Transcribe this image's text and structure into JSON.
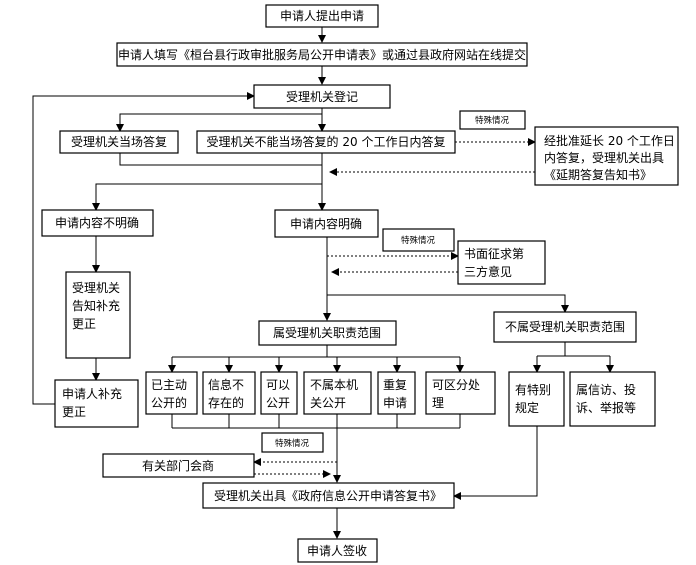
{
  "nodes": {
    "submit": "申请人提出申请",
    "fill_form": "申请人填写《桓台县行政审批服务局公开申请表》或通过县政府网站在线提交",
    "register": "受理机关登记",
    "reply_now": "受理机关当场答复",
    "reply_20": "受理机关不能当场答复的 20 个工作日内答复",
    "extend": [
      "经批准延长 20 个工作日",
      "内答复，受理机关出具",
      "《延期答复告知书》"
    ],
    "unclear": "申请内容不明确",
    "clear": "申请内容明确",
    "notify": [
      "受理机关",
      "告知补充",
      "更正"
    ],
    "third_party": [
      "书面征求第",
      "三方意见"
    ],
    "in_scope": "属受理机关职责范围",
    "out_scope": "不属受理机关职责范围",
    "supplement": [
      "申请人补充",
      "更正"
    ],
    "published": [
      "已主动",
      "公开的"
    ],
    "not_exist": [
      "信息不",
      "存在的"
    ],
    "can_publish": [
      "可以",
      "公开"
    ],
    "not_public": [
      "不属本机",
      "关公开"
    ],
    "repeat": [
      "重复",
      "申请"
    ],
    "partial": [
      "可区分处",
      "理"
    ],
    "special": [
      "有特别",
      "规定"
    ],
    "petition": [
      "属信访、投",
      "诉、举报等"
    ],
    "consult": "有关部门会商",
    "reply_book": "受理机关出具《政府信息公开申请答复书》",
    "receive": "申请人签收"
  },
  "notes": {
    "special_1": "特殊情况",
    "special_2": "特殊情况",
    "special_3": "特殊情况"
  }
}
